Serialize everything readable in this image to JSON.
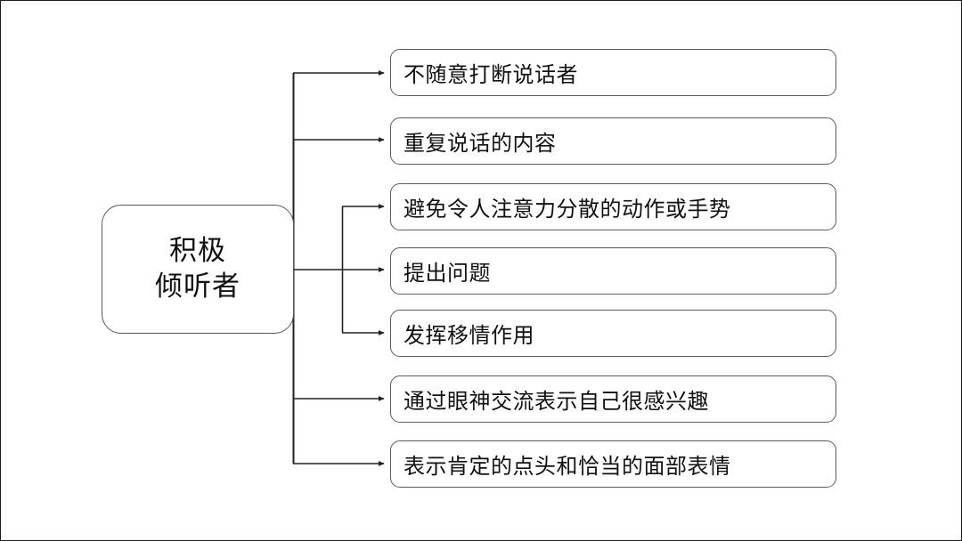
{
  "diagram": {
    "type": "mind-map",
    "title": "积极倾听者",
    "root": {
      "label": "积极\n倾听者",
      "label_lines": [
        "积极",
        "倾听者"
      ]
    },
    "branches": [
      {
        "id": "leaf-0",
        "label": "不随意打断说话者",
        "trunk": "main"
      },
      {
        "id": "leaf-1",
        "label": "重复说话的内容",
        "trunk": "main"
      },
      {
        "id": "leaf-2",
        "label": "避免令人注意力分散的动作或手势",
        "trunk": "secondary"
      },
      {
        "id": "leaf-3",
        "label": "提出问题",
        "trunk": "main"
      },
      {
        "id": "leaf-4",
        "label": "发挥移情作用",
        "trunk": "secondary"
      },
      {
        "id": "leaf-5",
        "label": "通过眼神交流表示自己很感兴趣",
        "trunk": "main"
      },
      {
        "id": "leaf-6",
        "label": "表示肯定的点头和恰当的面部表情",
        "trunk": "main"
      }
    ],
    "colors": {
      "background": "#ffffff",
      "box_border": "#5a5a5a",
      "connector": "#222222",
      "text": "#111111",
      "canvas_border": "#1d1d1d"
    }
  }
}
